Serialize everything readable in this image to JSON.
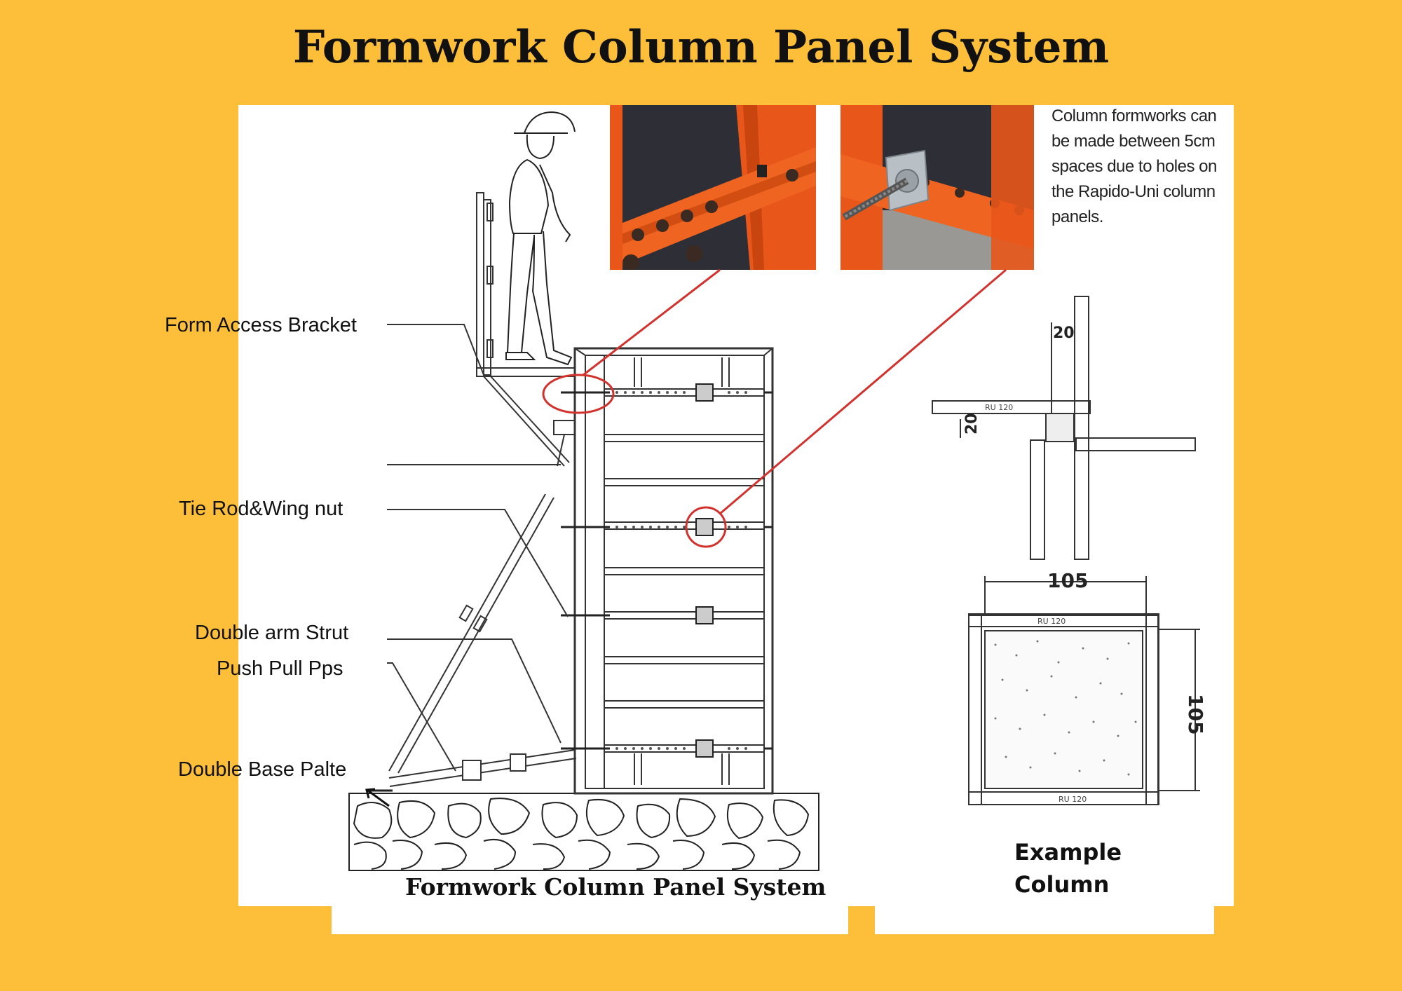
{
  "title": "Formwork Column Panel System",
  "callouts": {
    "form_access_bracket": "Form Access Bracket",
    "tie_rod_wing_nut": "Tie Rod&Wing nut",
    "double_arm_strut": "Double arm Strut",
    "push_pull_pps": "Push Pull Pps",
    "double_base_plate": "Double Base Palte"
  },
  "caption_left": "Formwork Column Panel System",
  "caption_right_line1": "Example",
  "caption_right_line2": "Column",
  "note": "Column formworks can be made between 5cm spaces due to holes on the Rapido-Uni column panels.",
  "dimensions": {
    "plan_top_a": "20",
    "plan_top_b": "20",
    "square_width": "105",
    "square_height": "105",
    "panel_label": "RU 120"
  },
  "colors": {
    "background": "#FDBF3A",
    "panel": "#FFFFFF",
    "highlight": "#D2322D",
    "formwork_orange": "#E8561A"
  }
}
